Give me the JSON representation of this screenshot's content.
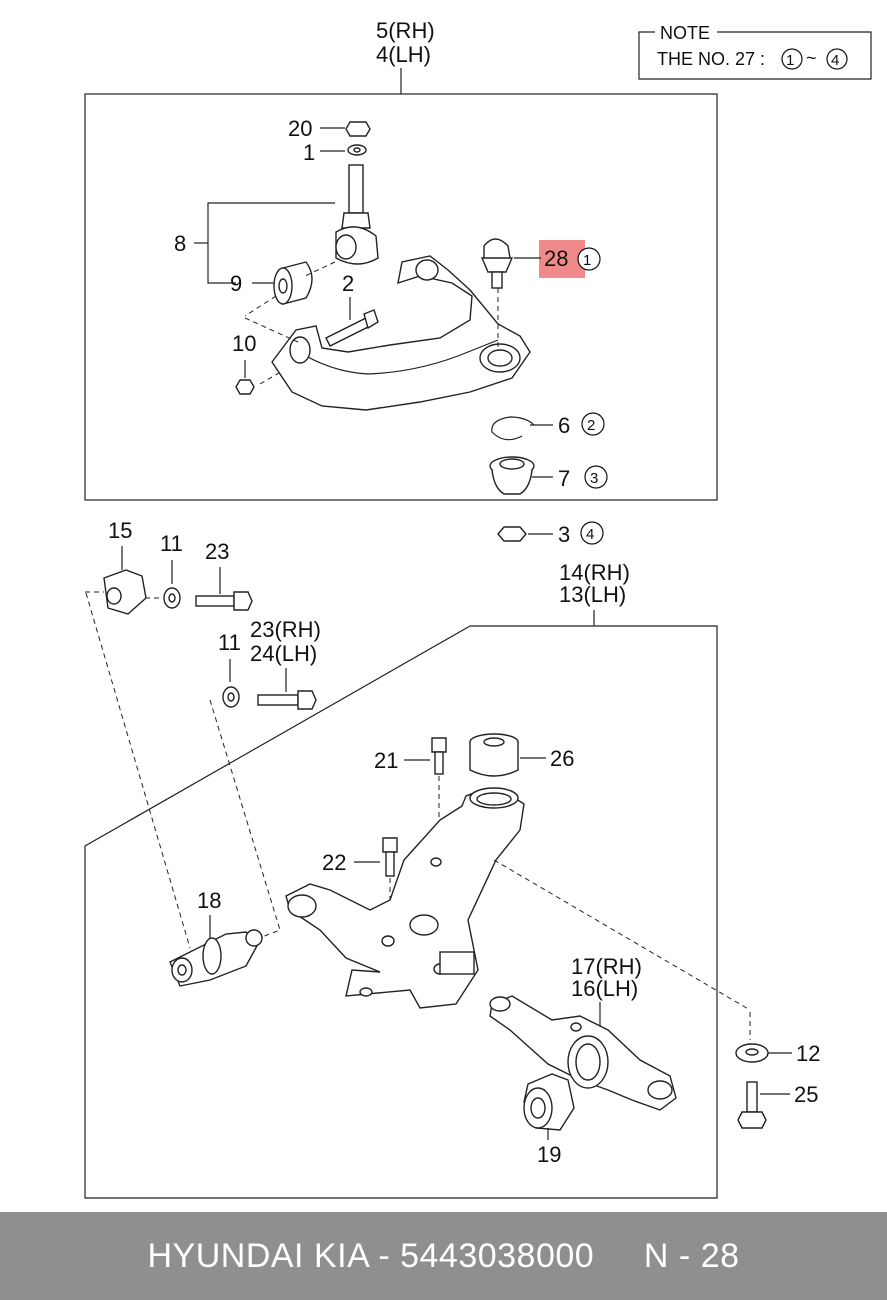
{
  "note": {
    "title": "NOTE",
    "text": "THE NO. 27 :",
    "range_from": "1",
    "range_sep": "~",
    "range_to": "4"
  },
  "upper_arm": {
    "label_rh": "5(RH)",
    "label_lh": "4(LH)",
    "parts": {
      "p20": "20",
      "p1": "1",
      "p8": "8",
      "p9": "9",
      "p2": "2",
      "p10": "10",
      "p28": "28",
      "p28_circ": "1",
      "p6": "6",
      "p6_circ": "2",
      "p7": "7",
      "p7_circ": "3"
    }
  },
  "nut": {
    "p3": "3",
    "p3_circ": "4"
  },
  "lower_arm": {
    "label_rh": "14(RH)",
    "label_lh": "13(LH)",
    "parts": {
      "p15": "15",
      "p11a": "11",
      "p23": "23",
      "p11b": "11",
      "p23rh": "23(RH)",
      "p24lh": "24(LH)",
      "p21": "21",
      "p26": "26",
      "p22": "22",
      "p18": "18",
      "p17rh": "17(RH)",
      "p16lh": "16(LH)",
      "p12": "12",
      "p25": "25",
      "p19": "19"
    }
  },
  "footer": {
    "brand": "HYUNDAI KIA - 5443038000",
    "page": "N - 28"
  },
  "colors": {
    "highlight": "#f08a8a",
    "footer_bg": "#8f8f8f"
  }
}
